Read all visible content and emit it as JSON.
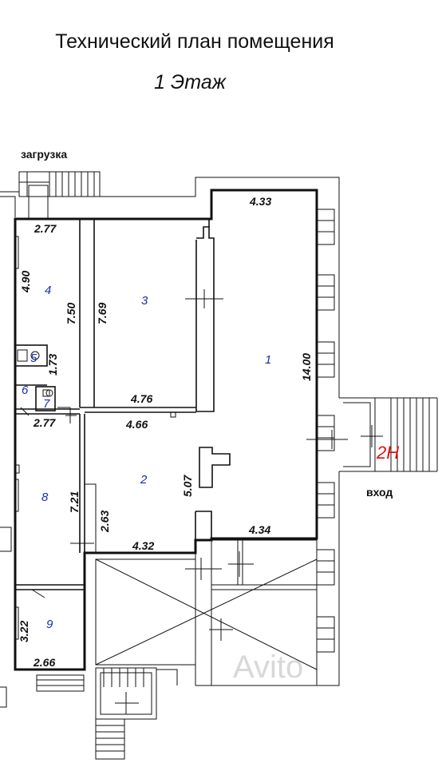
{
  "title": "Технический план помещения",
  "subtitle": "1 Этаж",
  "labels": {
    "loading": "загрузка",
    "entrance": "вход",
    "unit": "2Н",
    "watermark": "Avito"
  },
  "rooms": [
    "1",
    "2",
    "3",
    "4",
    "5",
    "6",
    "7",
    "8",
    "9"
  ],
  "dimensions": {
    "d1": "4.33",
    "d2": "14.00",
    "d3": "4.34",
    "d4": "2.77",
    "d5": "4.90",
    "d6": "7.50",
    "d7": "7.69",
    "d8": "1.73",
    "d9": "4.76",
    "d10": "4.66",
    "d11": "2.77",
    "d12": "5.07",
    "d13": "7.21",
    "d14": "2.63",
    "d15": "4.32",
    "d16": "3.22",
    "d17": "2.66"
  }
}
